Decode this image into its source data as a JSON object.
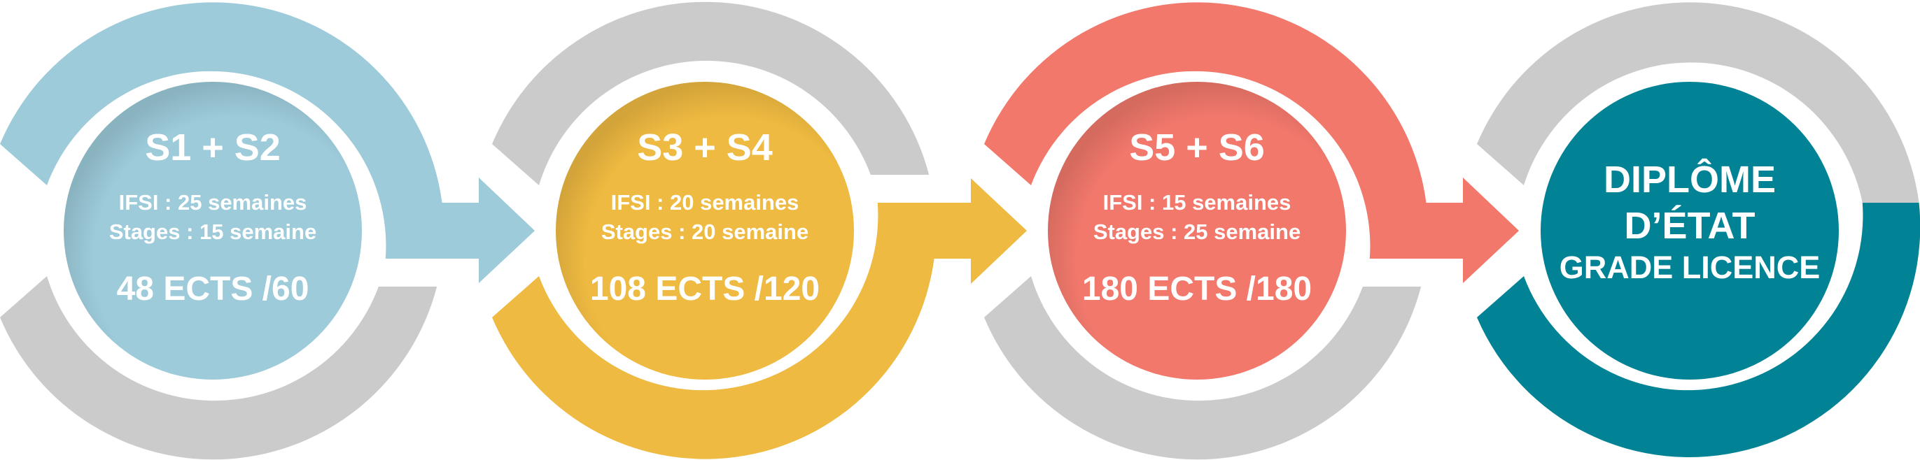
{
  "colors": {
    "grey": "#cbcbcb",
    "step1": "#9dcbda",
    "step2": "#efba41",
    "step3": "#f2786c",
    "final": "#028395"
  },
  "steps": [
    {
      "title": "S1 + S2",
      "ifsi": "IFSI : 25 semaines",
      "stages": "Stages : 15 semaine",
      "ects": "48 ECTS /60"
    },
    {
      "title": "S3 + S4",
      "ifsi": "IFSI : 20 semaines",
      "stages": "Stages : 20 semaine",
      "ects": "108 ECTS /120"
    },
    {
      "title": "S5 + S6",
      "ifsi": "IFSI : 15 semaines",
      "stages": "Stages : 25 semaine",
      "ects": "180 ECTS /180"
    }
  ],
  "final": {
    "line1": "DIPLÔME",
    "line2": "D’ÉTAT",
    "line3": "GRADE LICENCE"
  }
}
